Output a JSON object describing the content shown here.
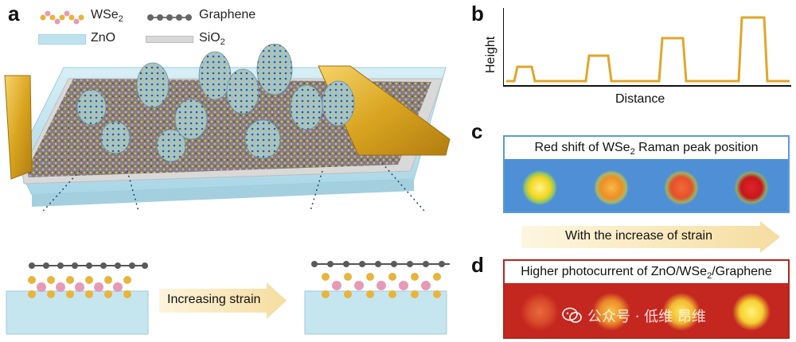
{
  "panels": {
    "a": {
      "letter": "a",
      "legend": {
        "wse2": "WSe",
        "wse2_sub": "2",
        "graphene": "Graphene",
        "zno": "ZnO",
        "sio2": "SiO",
        "sio2_sub": "2"
      },
      "arrow_label": "Increasing strain"
    },
    "b": {
      "letter": "b",
      "xlabel": "Distance",
      "ylabel": "Height"
    },
    "c": {
      "letter": "c",
      "title_pre": "Red shift of WSe",
      "title_sub": "2",
      "title_post": " Raman peak position",
      "arrow_label": "With the increase of strain"
    },
    "d": {
      "letter": "d",
      "title_pre": "Higher photocurrent of ZnO/WSe",
      "title_sub": "2",
      "title_post": "/Graphene"
    }
  },
  "watermark": {
    "text": "公众号 · 低维 昂维"
  },
  "colors": {
    "profile_line": "#e0a72a",
    "gold": "#d9a520",
    "zno": "#bfe3ee",
    "raman_bg": "#4f8fd6",
    "photocurrent_bg": "#c4271f"
  }
}
